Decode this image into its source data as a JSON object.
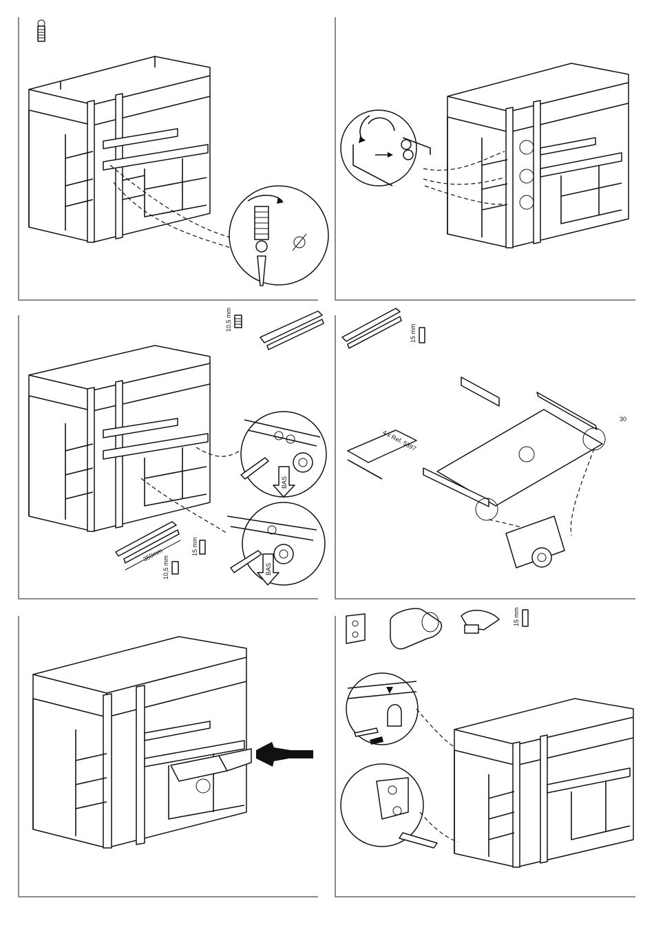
{
  "steps": [
    {
      "id": 1,
      "hardware": [
        "cam-bolt"
      ],
      "labels": []
    },
    {
      "id": 2,
      "hardware": [],
      "labels": []
    },
    {
      "id": 3,
      "hardware": [
        "cam-bolt",
        "drawer-runner"
      ],
      "labels": [
        "10,5 mm",
        "350mm",
        "15 mm",
        "10,5 mm",
        "BAS",
        "BAS"
      ]
    },
    {
      "id": 4,
      "hardware": [
        "drawer-runner",
        "screw"
      ],
      "labels": [
        "15 mm",
        "4 x Ref. 5397",
        "30"
      ]
    },
    {
      "id": 5,
      "hardware": [],
      "labels": []
    },
    {
      "id": 6,
      "hardware": [
        "hinge",
        "cam-housing",
        "shelf-support",
        "screw"
      ],
      "labels": [
        "15 mm"
      ]
    }
  ]
}
